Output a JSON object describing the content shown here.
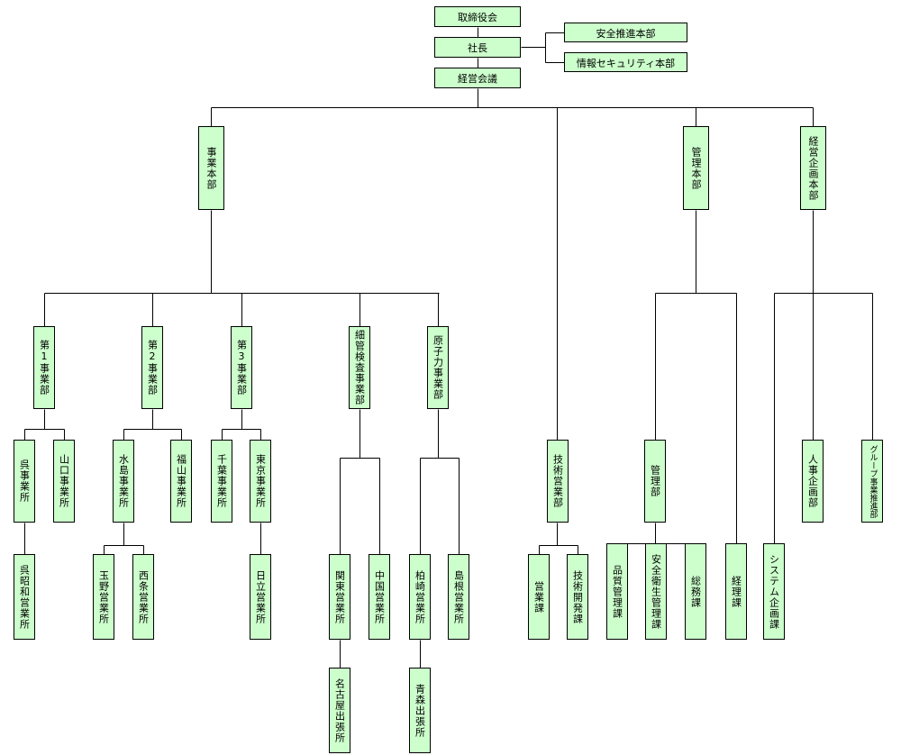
{
  "nodes": {
    "board": "取締役会",
    "president": "社長",
    "safety": "安全推進本部",
    "security": "情報セキュリティ本部",
    "mgmt_meeting": "経営会議",
    "business_hq": "事業本部",
    "admin_hq": "管理本部",
    "planning_hq": "経営企画本部",
    "div1": "第1事業部",
    "div2": "第2事業部",
    "div3": "第3事業部",
    "pipe_div": "細管検査事業部",
    "nuclear_div": "原子力事業部",
    "tech_sales_div": "技術営業部",
    "admin_div": "管理部",
    "hr_planning_div": "人事企画部",
    "group_div": "グループ事業推進部",
    "kure_office": "呉事業所",
    "yamaguchi_office": "山口事業所",
    "mizushima_office": "水島事業所",
    "fukuyama_office": "福山事業所",
    "chiba_office": "千葉事業所",
    "tokyo_office": "東京事業所",
    "kure_showa_sales": "呉昭和営業所",
    "tamano_sales": "玉野営業所",
    "saijo_sales": "西条営業所",
    "hitachi_sales": "日立営業所",
    "kanto_sales": "関東営業所",
    "chugoku_sales": "中国営業所",
    "kashiwazaki_sales": "柏崎営業所",
    "shimane_sales": "島根営業所",
    "nagoya_branch": "名古屋出張所",
    "aomori_branch": "青森出張所",
    "sales_section": "営業課",
    "tech_dev_section": "技術開発課",
    "quality_section": "品質管理課",
    "safety_health_section": "安全衛生管理課",
    "general_affairs_section": "総務課",
    "accounting_section": "経理課",
    "system_planning_section": "システム企画課"
  }
}
